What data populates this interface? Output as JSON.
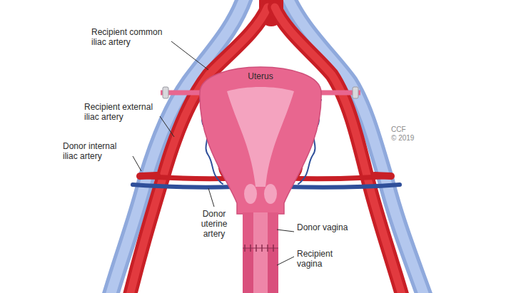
{
  "diagram": {
    "labels": [
      "Recipient common iliac artery",
      "Uterus",
      "Recipient external iliac artery",
      "Donor internal iliac artery",
      "Donor uterine artery",
      "Donor vagina",
      "Recipient vagina",
      "CCF",
      "© 2019"
    ]
  }
}
